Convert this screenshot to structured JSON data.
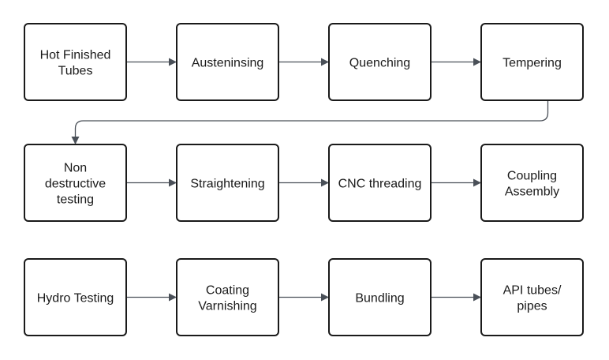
{
  "diagram": {
    "colors": {
      "box_border": "#1a1a1a",
      "box_fill": "#ffffff",
      "arrow": "#4a5058",
      "text": "#1a1a1a"
    },
    "steps": [
      {
        "id": "hot-finished-tubes",
        "lines": [
          "Hot Finished",
          "Tubes"
        ]
      },
      {
        "id": "austeninsing",
        "lines": [
          "Austeninsing"
        ]
      },
      {
        "id": "quenching",
        "lines": [
          "Quenching"
        ]
      },
      {
        "id": "tempering",
        "lines": [
          "Tempering"
        ]
      },
      {
        "id": "non-destructive-testing",
        "lines": [
          "Non",
          "destructive",
          "testing"
        ]
      },
      {
        "id": "straightening",
        "lines": [
          "Straightening"
        ]
      },
      {
        "id": "cnc-threading",
        "lines": [
          "CNC threading"
        ]
      },
      {
        "id": "coupling-assembly",
        "lines": [
          "Coupling",
          "Assembly"
        ]
      },
      {
        "id": "hydro-testing",
        "lines": [
          "Hydro Testing"
        ]
      },
      {
        "id": "coating-varnishing",
        "lines": [
          "Coating",
          "Varnishing"
        ]
      },
      {
        "id": "bundling",
        "lines": [
          "Bundling"
        ]
      },
      {
        "id": "api-tubes-pipes",
        "lines": [
          "API tubes/",
          "pipes"
        ]
      }
    ],
    "flows": [
      {
        "from": "hot-finished-tubes",
        "to": "austeninsing"
      },
      {
        "from": "austeninsing",
        "to": "quenching"
      },
      {
        "from": "quenching",
        "to": "tempering"
      },
      {
        "from": "tempering",
        "to": "non-destructive-testing"
      },
      {
        "from": "non-destructive-testing",
        "to": "straightening"
      },
      {
        "from": "straightening",
        "to": "cnc-threading"
      },
      {
        "from": "cnc-threading",
        "to": "coupling-assembly"
      },
      {
        "from": "hydro-testing",
        "to": "coating-varnishing"
      },
      {
        "from": "coating-varnishing",
        "to": "bundling"
      },
      {
        "from": "bundling",
        "to": "api-tubes-pipes"
      }
    ]
  }
}
